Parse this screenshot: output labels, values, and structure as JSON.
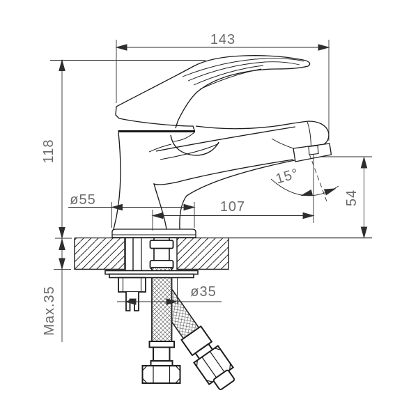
{
  "drawing": {
    "type": "faucet-installation-technical-drawing",
    "labels": {
      "overall_width": "143",
      "overall_height": "118",
      "base_diameter": "ø55",
      "spout_reach": "107",
      "spout_angle": "15°",
      "spout_height": "54",
      "hole_diameter": "ø35",
      "max_mounting_thickness": "Max.35"
    },
    "colors": {
      "outline": "#1c1c1c",
      "dimension_line": "#2e2e2e",
      "dimension_text": "#6b6b6b",
      "background": "#ffffff"
    }
  }
}
